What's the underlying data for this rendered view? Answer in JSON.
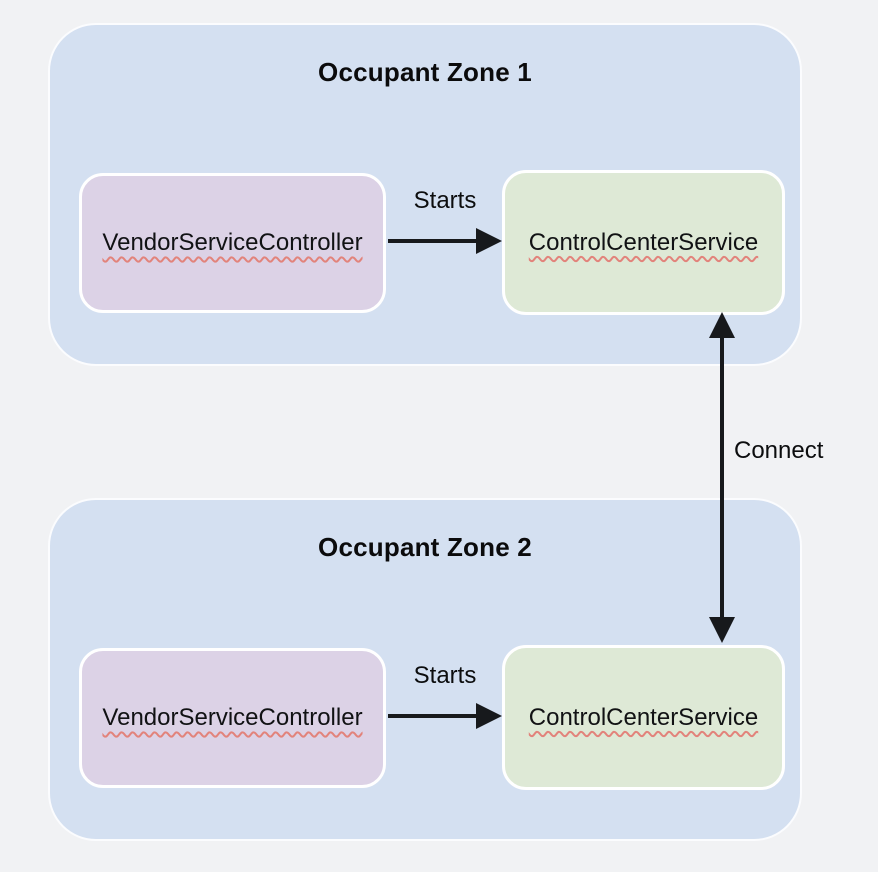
{
  "diagram": {
    "zones": [
      {
        "title": "Occupant Zone 1",
        "vendor_node": "VendorServiceController",
        "control_node": "ControlCenterService",
        "edge_label": "Starts"
      },
      {
        "title": "Occupant Zone 2",
        "vendor_node": "VendorServiceController",
        "control_node": "ControlCenterService",
        "edge_label": "Starts"
      }
    ],
    "connect_edge_label": "Connect"
  },
  "colors": {
    "page_background": "#f1f2f4",
    "zone_fill": "#d4e0f1",
    "vendor_node_fill": "#dcd2e6",
    "control_node_fill": "#dee9d6",
    "node_border": "#ffffff",
    "arrow": "#17191c",
    "text": "#0c0d0e",
    "spellcheck_squiggle": "#e2837b"
  }
}
